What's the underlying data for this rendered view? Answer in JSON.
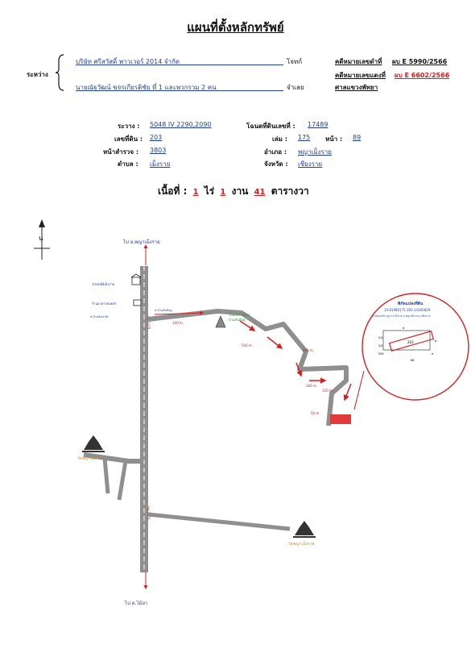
{
  "title": "แผนที่ตั้งหลักทรัพย์",
  "parties": {
    "between_label": "ระหว่าง",
    "plaintiff_name": "บริษัท ศรีสวัสดิ์ พาวเวอร์ 2014 จำกัด",
    "plaintiff_role": "โจทก์",
    "defendant_name": "นายณัฐวัฒน์  ขจรเกียรติชัย  ที่ 1 และพวกรวม 2 คน",
    "defendant_role": "จำเลย"
  },
  "case": {
    "black_label": "คดีหมายเลขดำที่",
    "black_number": "ผบ E 5990/2566",
    "red_label": "คดีหมายเลขแดงที่",
    "red_number": "ผบ E 6602/2566",
    "court": "ศาลแขวงพัทยา"
  },
  "parcel": {
    "coord_label": "ระวาง :",
    "coord_value": "5048 IV 2290,2090",
    "deed_label": "โฉนดที่ดินเลขที่ :",
    "deed_value": "17489",
    "land_no_label": "เลขที่ดิน :",
    "land_no_value": "203",
    "book_label": "เล่ม :",
    "book_value": "175",
    "page_label": "หน้า :",
    "page_value": "89",
    "survey_label": "หน้าสำรวจ :",
    "survey_value": "3803",
    "district_label": "อำเภอ :",
    "district_value": "พญาเม็งราย",
    "subdistrict_label": "ตำบล :",
    "subdistrict_value": "เม็งราย",
    "province_label": "จังหวัด :",
    "province_value": "เชียงราย"
  },
  "area": {
    "label": "เนื้อที่ :",
    "rai": "1",
    "rai_unit": "ไร่",
    "ngan": "1",
    "ngan_unit": "งาน",
    "wa": "41",
    "wa_unit": "ตารางวา"
  },
  "map": {
    "north_label": "น",
    "top_destination": "ไป อ.พญาเม็งราย",
    "bottom_destination": "ไป ต.ไม้ยา",
    "road_label_upper": "ทล.1174",
    "road_label_lower": "ทล.1174",
    "landmark_post_office": "ไปรษณีย์เม็งราย",
    "landmark_shop": "ร้านอาหารดอยคำ",
    "junction_label_1": "ซ.บ้านสันต้นดู่",
    "junction_label_2": "ซ.บ้านสันป่าสัก",
    "distance_1": "300 m.",
    "distance_2": "540 m.",
    "distance_3": "200 m.",
    "distance_4": "180 m.",
    "distance_5": "120 m.",
    "distance_6": "50 m.",
    "temple_near_road": "โบสถ์คริสตจักร",
    "temple_near_road_sub": "บ้านสันต้นดู่",
    "temple_left": "วัดพญาเม็งราย",
    "temple_right": "วัดพญาเม็งราย",
    "inset_title": "พิกัดแปลงที่ดิน",
    "inset_coords": "19.81980175,100.14185829",
    "inset_address": "บ้านสันป่าสัก หมู่ 5 ต.เม็งราย อ.พญาเม็งราย จ.เชียงราย",
    "inset_parcel_no": "203",
    "inset_neighbors": [
      "2/4",
      "3/4",
      "265",
      "88",
      "พ",
      "พ",
      "ท"
    ]
  },
  "colors": {
    "accent_red": "#d32020",
    "link_blue": "#1f3fa8",
    "road_gray": "#8f8f8f",
    "area_fill": "#e03a3a"
  },
  "icons": [
    "north-arrow-icon",
    "building-icon",
    "shop-icon",
    "church-icon",
    "temple-icon",
    "temple-icon",
    "location-pin-icon"
  ]
}
